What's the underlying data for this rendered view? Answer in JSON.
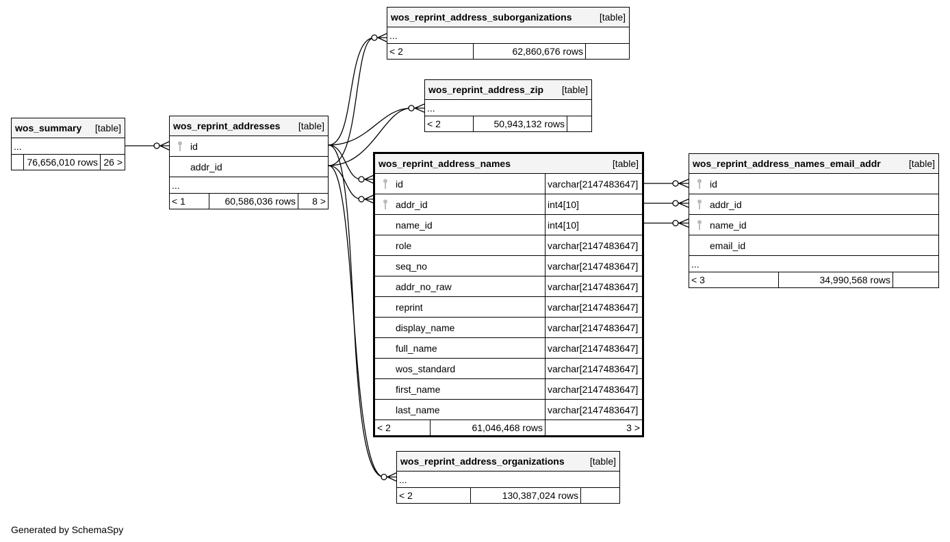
{
  "tables": {
    "wos_summary": {
      "name": "wos_summary",
      "type": "[table]",
      "columns": [],
      "ellipsis": "...",
      "footer": {
        "parents": "",
        "rows": "76,656,010 rows",
        "children": "26 >"
      }
    },
    "wos_reprint_addresses": {
      "name": "wos_reprint_addresses",
      "type": "[table]",
      "columns": [
        {
          "name": "id",
          "key": true
        },
        {
          "name": "addr_id",
          "key": false
        }
      ],
      "ellipsis": "...",
      "footer": {
        "parents": "< 1",
        "rows": "60,586,036 rows",
        "children": "8 >"
      }
    },
    "wos_reprint_address_suborganizations": {
      "name": "wos_reprint_address_suborganizations",
      "type": "[table]",
      "ellipsis": "...",
      "footer": {
        "parents": "< 2",
        "rows": "62,860,676 rows",
        "children": ""
      }
    },
    "wos_reprint_address_zip": {
      "name": "wos_reprint_address_zip",
      "type": "[table]",
      "ellipsis": "...",
      "footer": {
        "parents": "< 2",
        "rows": "50,943,132 rows",
        "children": ""
      }
    },
    "wos_reprint_address_names": {
      "name": "wos_reprint_address_names",
      "type": "[table]",
      "columns": [
        {
          "name": "id",
          "type": "varchar[2147483647]",
          "key": true
        },
        {
          "name": "addr_id",
          "type": "int4[10]",
          "key": true
        },
        {
          "name": "name_id",
          "type": "int4[10]",
          "key": false
        },
        {
          "name": "role",
          "type": "varchar[2147483647]",
          "key": false
        },
        {
          "name": "seq_no",
          "type": "varchar[2147483647]",
          "key": false
        },
        {
          "name": "addr_no_raw",
          "type": "varchar[2147483647]",
          "key": false
        },
        {
          "name": "reprint",
          "type": "varchar[2147483647]",
          "key": false
        },
        {
          "name": "display_name",
          "type": "varchar[2147483647]",
          "key": false
        },
        {
          "name": "full_name",
          "type": "varchar[2147483647]",
          "key": false
        },
        {
          "name": "wos_standard",
          "type": "varchar[2147483647]",
          "key": false
        },
        {
          "name": "first_name",
          "type": "varchar[2147483647]",
          "key": false
        },
        {
          "name": "last_name",
          "type": "varchar[2147483647]",
          "key": false
        }
      ],
      "footer": {
        "parents": "< 2",
        "rows": "61,046,468 rows",
        "children": "3 >"
      }
    },
    "wos_reprint_address_names_email_addr": {
      "name": "wos_reprint_address_names_email_addr",
      "type": "[table]",
      "columns": [
        {
          "name": "id",
          "key": true
        },
        {
          "name": "addr_id",
          "key": true
        },
        {
          "name": "name_id",
          "key": true
        },
        {
          "name": "email_id",
          "key": false
        }
      ],
      "ellipsis": "...",
      "footer": {
        "parents": "< 3",
        "rows": "34,990,568 rows",
        "children": ""
      }
    },
    "wos_reprint_address_organizations": {
      "name": "wos_reprint_address_organizations",
      "type": "[table]",
      "ellipsis": "...",
      "footer": {
        "parents": "< 2",
        "rows": "130,387,024 rows",
        "children": ""
      }
    }
  },
  "credit": "Generated by SchemaSpy"
}
